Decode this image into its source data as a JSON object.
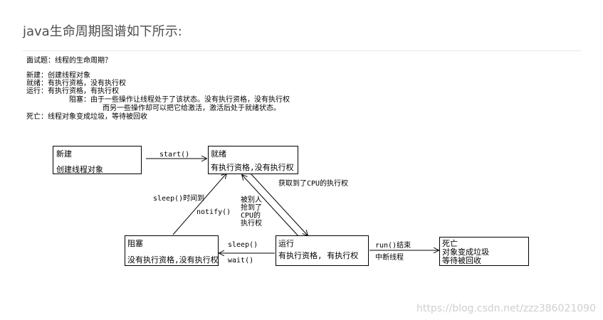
{
  "heading": "java生命周期图谱如下所示:",
  "notes": {
    "question": "面试题：线程的生命周期？",
    "new": "新建：创建线程对象",
    "ready": "就绪：有执行资格，没有执行权",
    "running": "运行：有执行资格，有执行权",
    "blocked1": "阻塞：由于一些操作让线程处于了该状态。没有执行资格，没有执行权",
    "blocked2": "而另一些操作却可以把它给激活，激活后处于就绪状态。",
    "dead": "死亡：线程对象变成垃圾，等待被回收"
  },
  "states": {
    "new": {
      "title": "新建",
      "desc": "创建线程对象"
    },
    "ready": {
      "title": "就绪",
      "desc": "有执行资格,没有执行权"
    },
    "blocked": {
      "title": "阻塞",
      "desc": "没有执行资格,没有执行权"
    },
    "running": {
      "title": "运行",
      "desc": "有执行资格, 有执行权"
    },
    "dead": {
      "title": "死亡",
      "desc1": "对象变成垃圾",
      "desc2": "等待被回收"
    }
  },
  "transitions": {
    "start": "start()",
    "got_cpu": "获取到了CPU的执行权",
    "preempted": [
      "被别人",
      "抢到了",
      "CPU的",
      "执行权"
    ],
    "sleep_timeout": "sleep()时间到",
    "notify": "notify()",
    "sleep": "sleep()",
    "wait": "wait()",
    "run_end": "run()结束",
    "interrupt": "中断线程"
  },
  "watermark": "https://blog.csdn.net/zzz386021090"
}
